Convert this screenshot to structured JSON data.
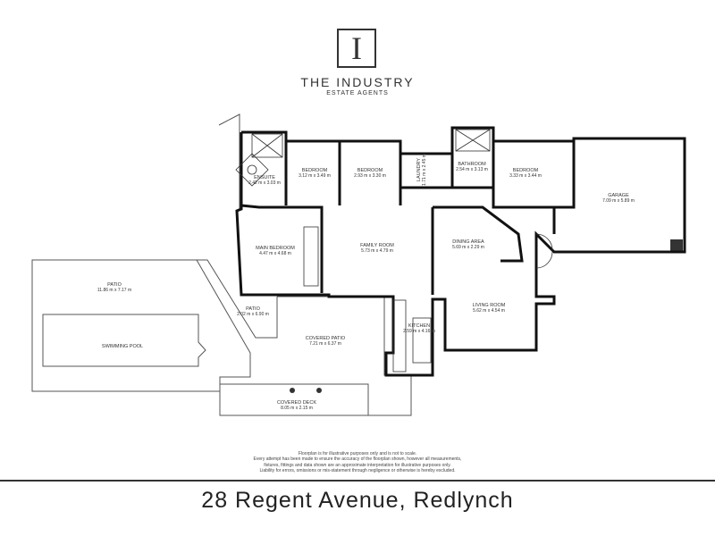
{
  "logo": {
    "letter": "I",
    "name": "THE INDUSTRY",
    "sub": "ESTATE AGENTS"
  },
  "rooms": [
    {
      "name": "ENSUITE",
      "dims": "2.42 m x 3.03 m"
    },
    {
      "name": "BEDROOM",
      "dims": "3.12 m x 3.49 m"
    },
    {
      "name": "BEDROOM",
      "dims": "2.93 m x 3.30 m"
    },
    {
      "name": "LAUNDRY",
      "dims": "1.71 m x 2.45 m"
    },
    {
      "name": "BATHROOM",
      "dims": "2.54 m x 3.13 m"
    },
    {
      "name": "BEDROOM",
      "dims": "3.33 m x 3.44 m"
    },
    {
      "name": "GARAGE",
      "dims": "7.09 m x 5.89 m"
    },
    {
      "name": "MAIN BEDROOM",
      "dims": "4.47 m x 4.68 m"
    },
    {
      "name": "FAMILY ROOM",
      "dims": "5.73 m x 4.79 m"
    },
    {
      "name": "DINING AREA",
      "dims": "5.69 m x 2.29 m"
    },
    {
      "name": "PATIO",
      "dims": "11.86 m x 7.17 m"
    },
    {
      "name": "PATIO",
      "dims": "2.02 m x 6.90 m"
    },
    {
      "name": "SWIMMING POOL",
      "dims": ""
    },
    {
      "name": "LIVING ROOM",
      "dims": "5.62 m x 4.54 m"
    },
    {
      "name": "COVERED PATIO",
      "dims": "7.21 m x 6.37 m"
    },
    {
      "name": "KITCHEN",
      "dims": "2.59 m x 4.16 m"
    },
    {
      "name": "COVERED DECK",
      "dims": "8.05 m x 2.15 m"
    }
  ],
  "disclaimer": [
    "Floorplan is for illustrative purposes only and is not to scale.",
    "Every attempt has been made to ensure the accuracy of the floorplan shown, however all measurements,",
    "fixtures, fittings and data shown are an approximate interpretation for illustrative purposes only.",
    "Liability for errors, omissions or mis-statement through negligence or otherwise is hereby excluded."
  ],
  "address": "28 Regent Avenue, Redlynch"
}
